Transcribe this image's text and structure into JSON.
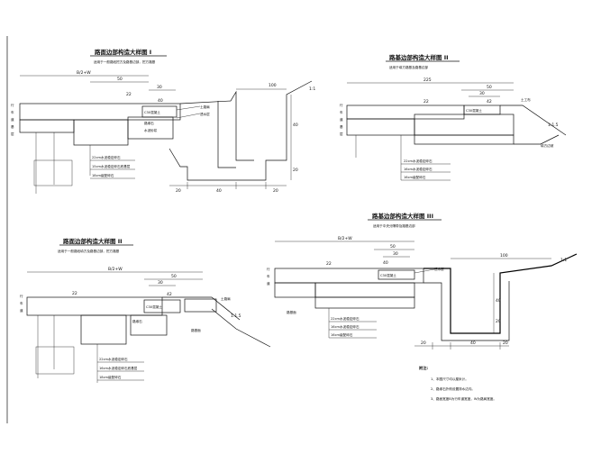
{
  "theme": {
    "ink": "#111111",
    "paper": "#ffffff",
    "aggregate": "#555555"
  },
  "detail_top_left": {
    "title": "路面边部构造大样图 I",
    "subtitle": "适用于一般路段挖方及路基边部，挖方路基",
    "dims": {
      "total": "B/2+W",
      "lane": "50",
      "span_30": "30",
      "span_22": "22",
      "span_40": "40",
      "ditch_top": "100",
      "ditch_depth": "40",
      "base_20": "20",
      "bottom_20": "20",
      "bottom_40": "40",
      "bottom_right_20": "20",
      "slope": "1:1"
    },
    "left_notes": [
      "行",
      "车",
      "道",
      "基",
      "层"
    ],
    "bottom_notes": [
      "22cm水泥稳定碎石",
      "15cm水泥稳定碎石底基层",
      "18cm级配碎石"
    ],
    "small_notes": [
      "C30混凝土",
      "路缘石",
      "水泥砂浆",
      "土路肩",
      "透水层"
    ]
  },
  "detail_top_right": {
    "title": "路基边部构造大样图 II",
    "subtitle": "适用于填方路基及路基边部",
    "dims": {
      "total": "225",
      "lane": "50",
      "span_30": "30",
      "span_22": "22",
      "span_42": "42",
      "slope": "1:1.5"
    },
    "left_notes": [
      "行",
      "车",
      "道",
      "基",
      "层"
    ],
    "bottom_notes": [
      "22cm水泥稳定碎石",
      "16cm水泥稳定碎石",
      "16cm级配碎石"
    ],
    "small_notes": [
      "C30混凝土",
      "土工布",
      "填方边坡"
    ]
  },
  "detail_bottom_left": {
    "title": "路面边部构造大样图 II",
    "subtitle": "适用于一般路段填方及路基边部，挖方路基",
    "dims": {
      "total": "B/2+W",
      "lane": "50",
      "span_30": "30",
      "span_22": "22",
      "span_42": "42",
      "slope": "1:1.5"
    },
    "left_notes": [
      "行",
      "车",
      "道"
    ],
    "bottom_notes": [
      "22cm水泥稳定碎石",
      "16cm水泥稳定碎石底基层",
      "18cm级配碎石"
    ],
    "small_notes": [
      "C30混凝土",
      "路缘石",
      "土路肩",
      "路基面"
    ]
  },
  "detail_bottom_right": {
    "title": "路基边部构造大样图 III",
    "subtitle": "适用于中央分隔带及路基边部",
    "dims": {
      "total": "B/2+W",
      "lane": "50",
      "span_30": "30",
      "span_22": "22",
      "span_40": "40",
      "ditch_top": "100",
      "ditch_depth": "40",
      "base_20": "20",
      "bottom_20": "20",
      "bottom_40": "40",
      "bottom_right_20": "20",
      "slope": "1:1"
    },
    "left_notes": [
      "行",
      "车",
      "道"
    ],
    "bottom_notes": [
      "22cm水泥稳定碎石",
      "16cm水泥稳定碎石",
      "16cm级配碎石"
    ],
    "small_notes": [
      "C30混凝土",
      "透水层",
      "路基面"
    ]
  },
  "notes": {
    "heading": "附注:",
    "items": [
      "1、本图尺寸均以厘米计。",
      "2、路缘石外侧设置排水边沟。",
      "3、路面宽度B为行车道宽度，W为路肩宽度。"
    ]
  }
}
